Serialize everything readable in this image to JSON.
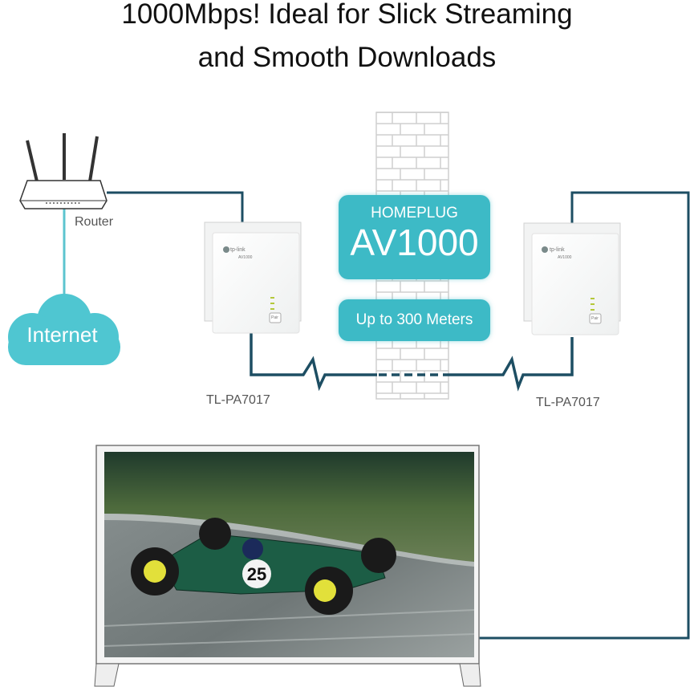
{
  "title": {
    "line1": "1000Mbps! Ideal for Slick Streaming",
    "line2": "and Smooth Downloads"
  },
  "router": {
    "label": "Router"
  },
  "internet": {
    "label": "Internet"
  },
  "homeplug": {
    "line1": "HOMEPLUG",
    "line2": "AV1000"
  },
  "range": {
    "label": "Up to 300 Meters"
  },
  "adapters": [
    {
      "model": "TL-PA7017",
      "brand": "tp-link",
      "sub": "AV1000",
      "button": "Pair"
    },
    {
      "model": "TL-PA7017",
      "brand": "tp-link",
      "sub": "AV1000",
      "button": "Pair"
    }
  ],
  "tv": {
    "car_number": "25"
  },
  "colors": {
    "teal": "#3dbac6",
    "cable": "#1d4e63",
    "light_cable": "#5cc4cf",
    "cloud": "#4fc6d1"
  }
}
